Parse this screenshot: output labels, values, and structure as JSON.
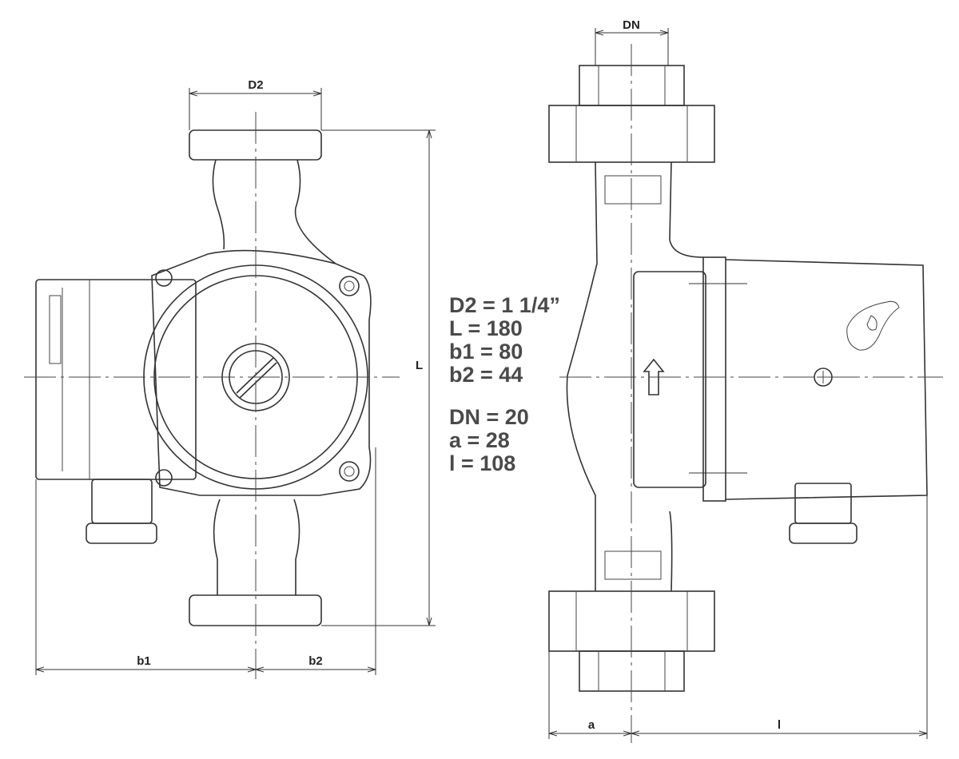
{
  "drawing": {
    "front_view_labels": {
      "d2": "D2",
      "l": "L",
      "b1": "b1",
      "b2": "b2"
    },
    "side_view_labels": {
      "dn": "DN",
      "a": "a",
      "l": "l"
    }
  },
  "specifications": {
    "group1": [
      "D2 = 1 1/4”",
      "L = 180",
      "b1 = 80",
      "b2 = 44"
    ],
    "group2": [
      "DN = 20",
      "a = 28",
      "l = 108"
    ]
  }
}
